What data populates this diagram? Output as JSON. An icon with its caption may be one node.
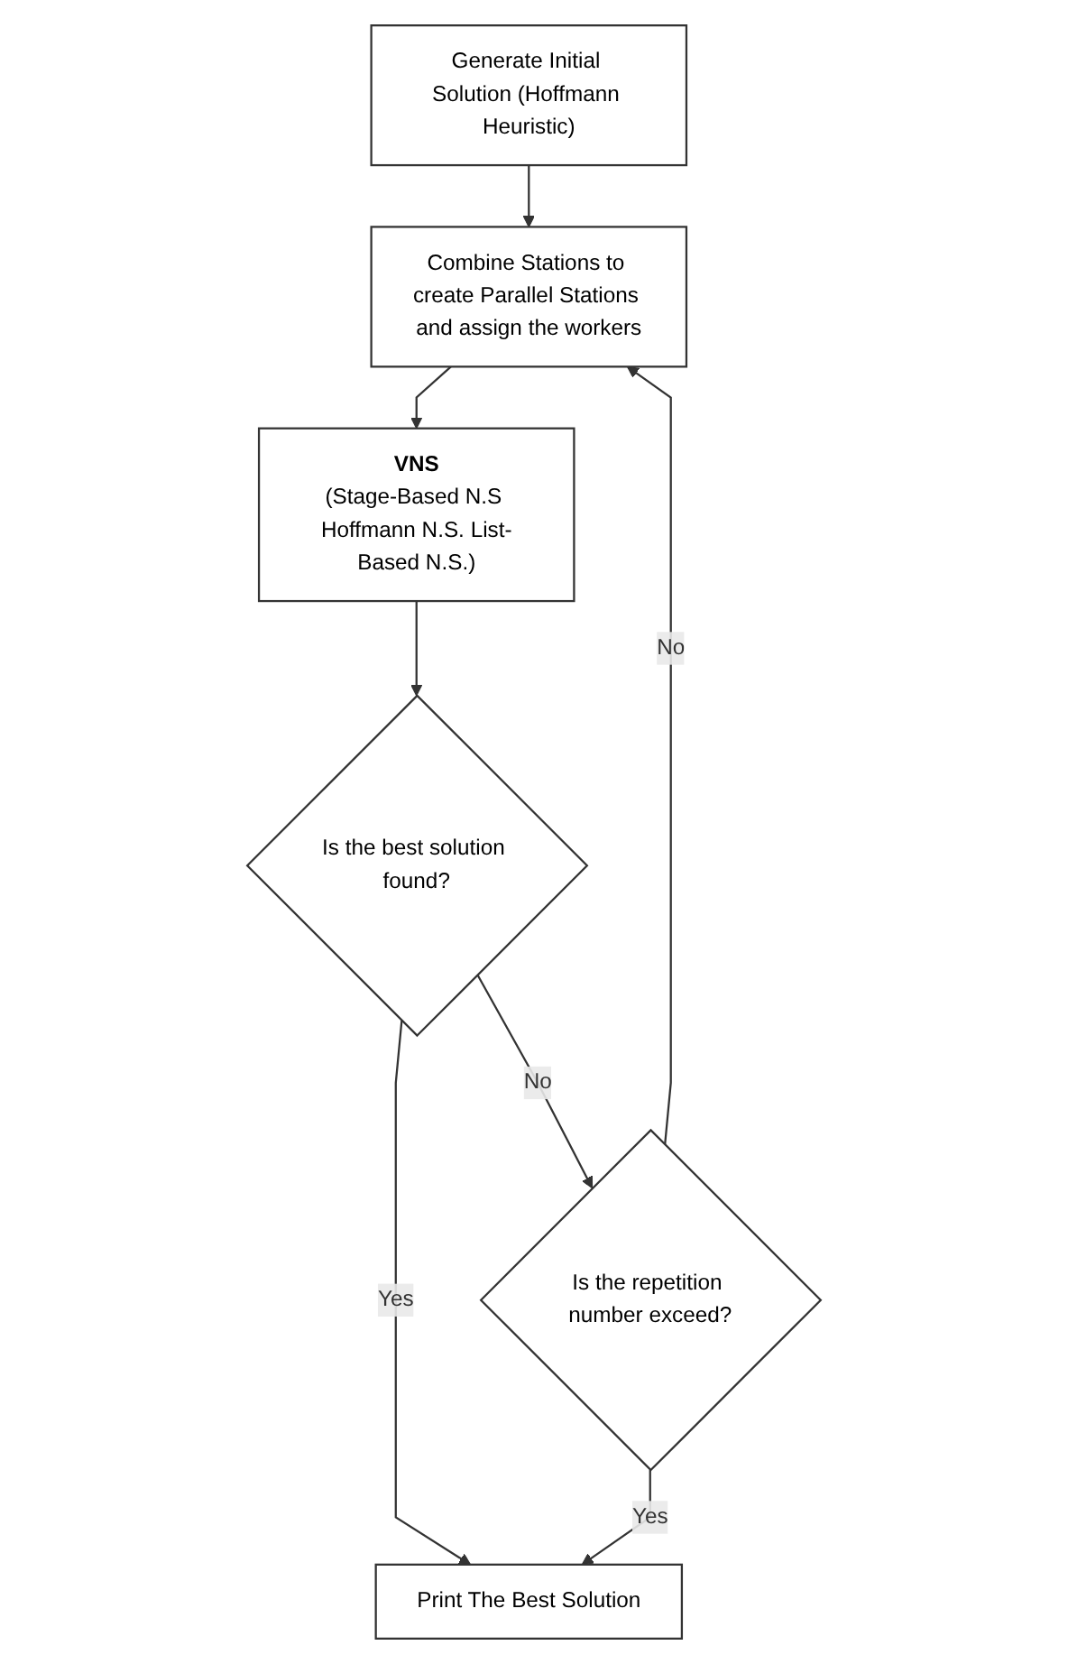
{
  "diagram": {
    "nodes": [
      {
        "text": [
          "Generate Initial Solution (Hoffmann Heuristic)"
        ]
      },
      {
        "text": [
          "Combine Stations to create Parallel Stations and assign the workers"
        ]
      },
      {
        "text": [
          "VNS",
          "(Stage-Based N.S Hoffmann N.S. List-Based N.S.)"
        ]
      },
      {
        "text": [
          "Is the best solution found?"
        ]
      },
      {
        "text": [
          "Is the repetition number exceed?"
        ]
      },
      {
        "text": [
          "Print The Best Solution"
        ]
      }
    ],
    "edges": [
      {
        "from": 0,
        "to": 1,
        "arrow": "to"
      },
      {
        "from": 1,
        "to": 2,
        "arrow": "to"
      },
      {
        "from": 2,
        "to": 3,
        "arrow": "to"
      },
      {
        "from": 3,
        "to": 4,
        "label": "No",
        "arrow": "to"
      },
      {
        "from": 3,
        "to": 5,
        "label": "Yes",
        "arrow": "to"
      },
      {
        "from": 4,
        "to": 1,
        "label": "No",
        "arrow": "to"
      },
      {
        "from": 4,
        "to": 5,
        "label": "Yes",
        "arrow": "to"
      }
    ]
  }
}
